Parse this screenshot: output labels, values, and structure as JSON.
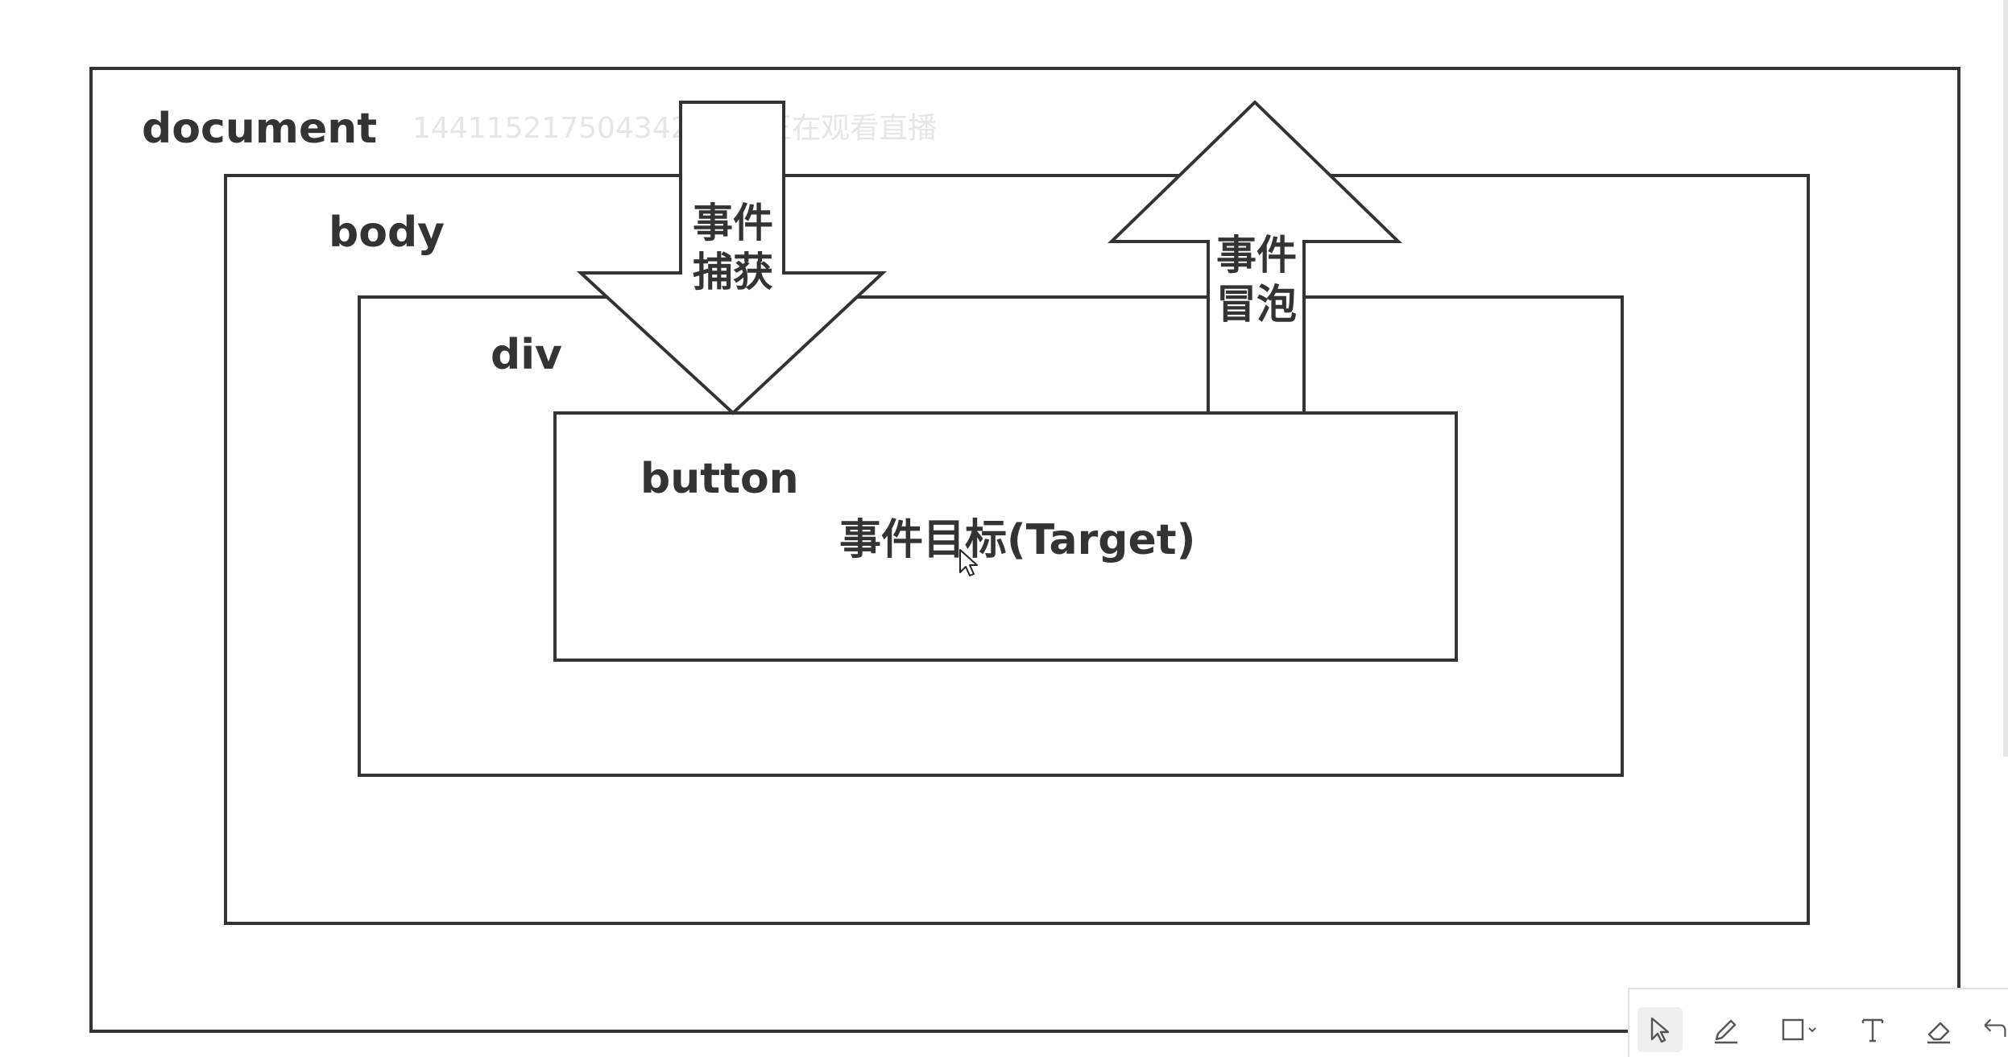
{
  "diagram": {
    "boxes": {
      "document": "document",
      "body": "body",
      "div": "div",
      "button": "button"
    },
    "target_label": "事件目标(Target)",
    "capture_label": "事件\n捕获",
    "bubble_label": "事件\n冒泡"
  },
  "watermark": "1441152175043424607正在观看直播",
  "toolbar": {
    "tools": [
      {
        "icon": "cursor-icon",
        "active": true
      },
      {
        "icon": "pen-icon",
        "active": false
      },
      {
        "icon": "rectangle-icon",
        "active": false
      },
      {
        "icon": "text-icon",
        "active": false
      },
      {
        "icon": "eraser-icon",
        "active": false
      },
      {
        "icon": "undo-icon",
        "active": false
      }
    ]
  },
  "colors": {
    "stroke": "#333333",
    "background": "#ffffff",
    "toolbar_border": "#e2e2e2"
  }
}
